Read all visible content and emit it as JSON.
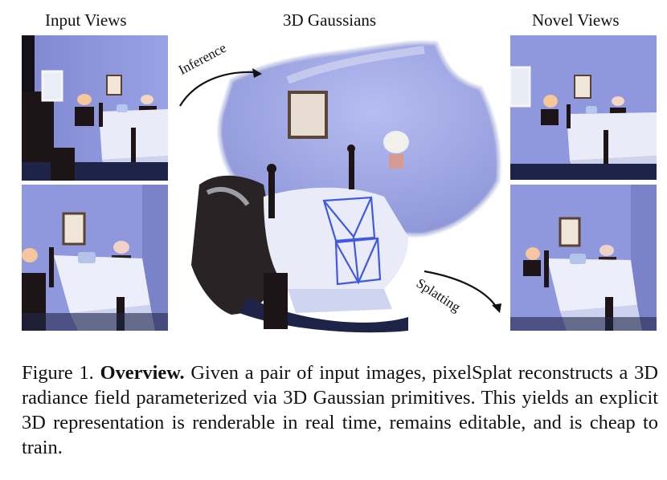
{
  "figure": {
    "titles": {
      "input": "Input Views",
      "gaussians": "3D Gaussians",
      "novel": "Novel Views"
    },
    "arrows": {
      "inference": "Inference",
      "splatting": "Splatting"
    },
    "caption": {
      "label": "Figure 1.",
      "heading": "Overview.",
      "text": "Given a pair of input images, pixelSplat reconstructs a 3D radiance field parameterized via 3D Gaussian primitives. This yields an explicit 3D representation is renderable in real time, remains editable, and is cheap to train."
    }
  },
  "colors": {
    "wall": "#8f97dd",
    "bedding": "#e9ecf8",
    "furniture": "#1e1716",
    "floor": "#1d2447",
    "camera_frustum": "#3f5ae0"
  }
}
